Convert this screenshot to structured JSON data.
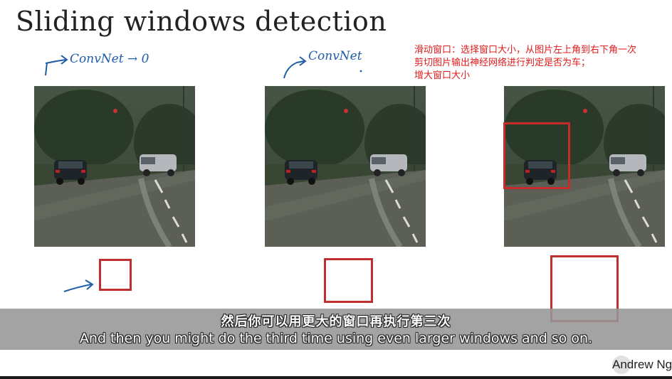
{
  "slide": {
    "title": "Sliding windows detection",
    "annotation_lines": [
      "滑动窗口：选择窗口大小，从图片左上角到右下角一次",
      "剪切图片输出神经网络进行判定是否为车；",
      "增大窗口大小"
    ],
    "handwriting": {
      "left": "ConvNet → 0",
      "middle": "ConvNet"
    },
    "author": "Andrew Ng"
  },
  "subtitles": {
    "chinese": "然后你可以用更大的窗口再执行第三次",
    "english": "And then you might do the third time using even larger windows and so on."
  },
  "colors": {
    "annotation": "#e01b1b",
    "window_box": "#c92a2a",
    "handwriting": "#1e5ea8"
  }
}
